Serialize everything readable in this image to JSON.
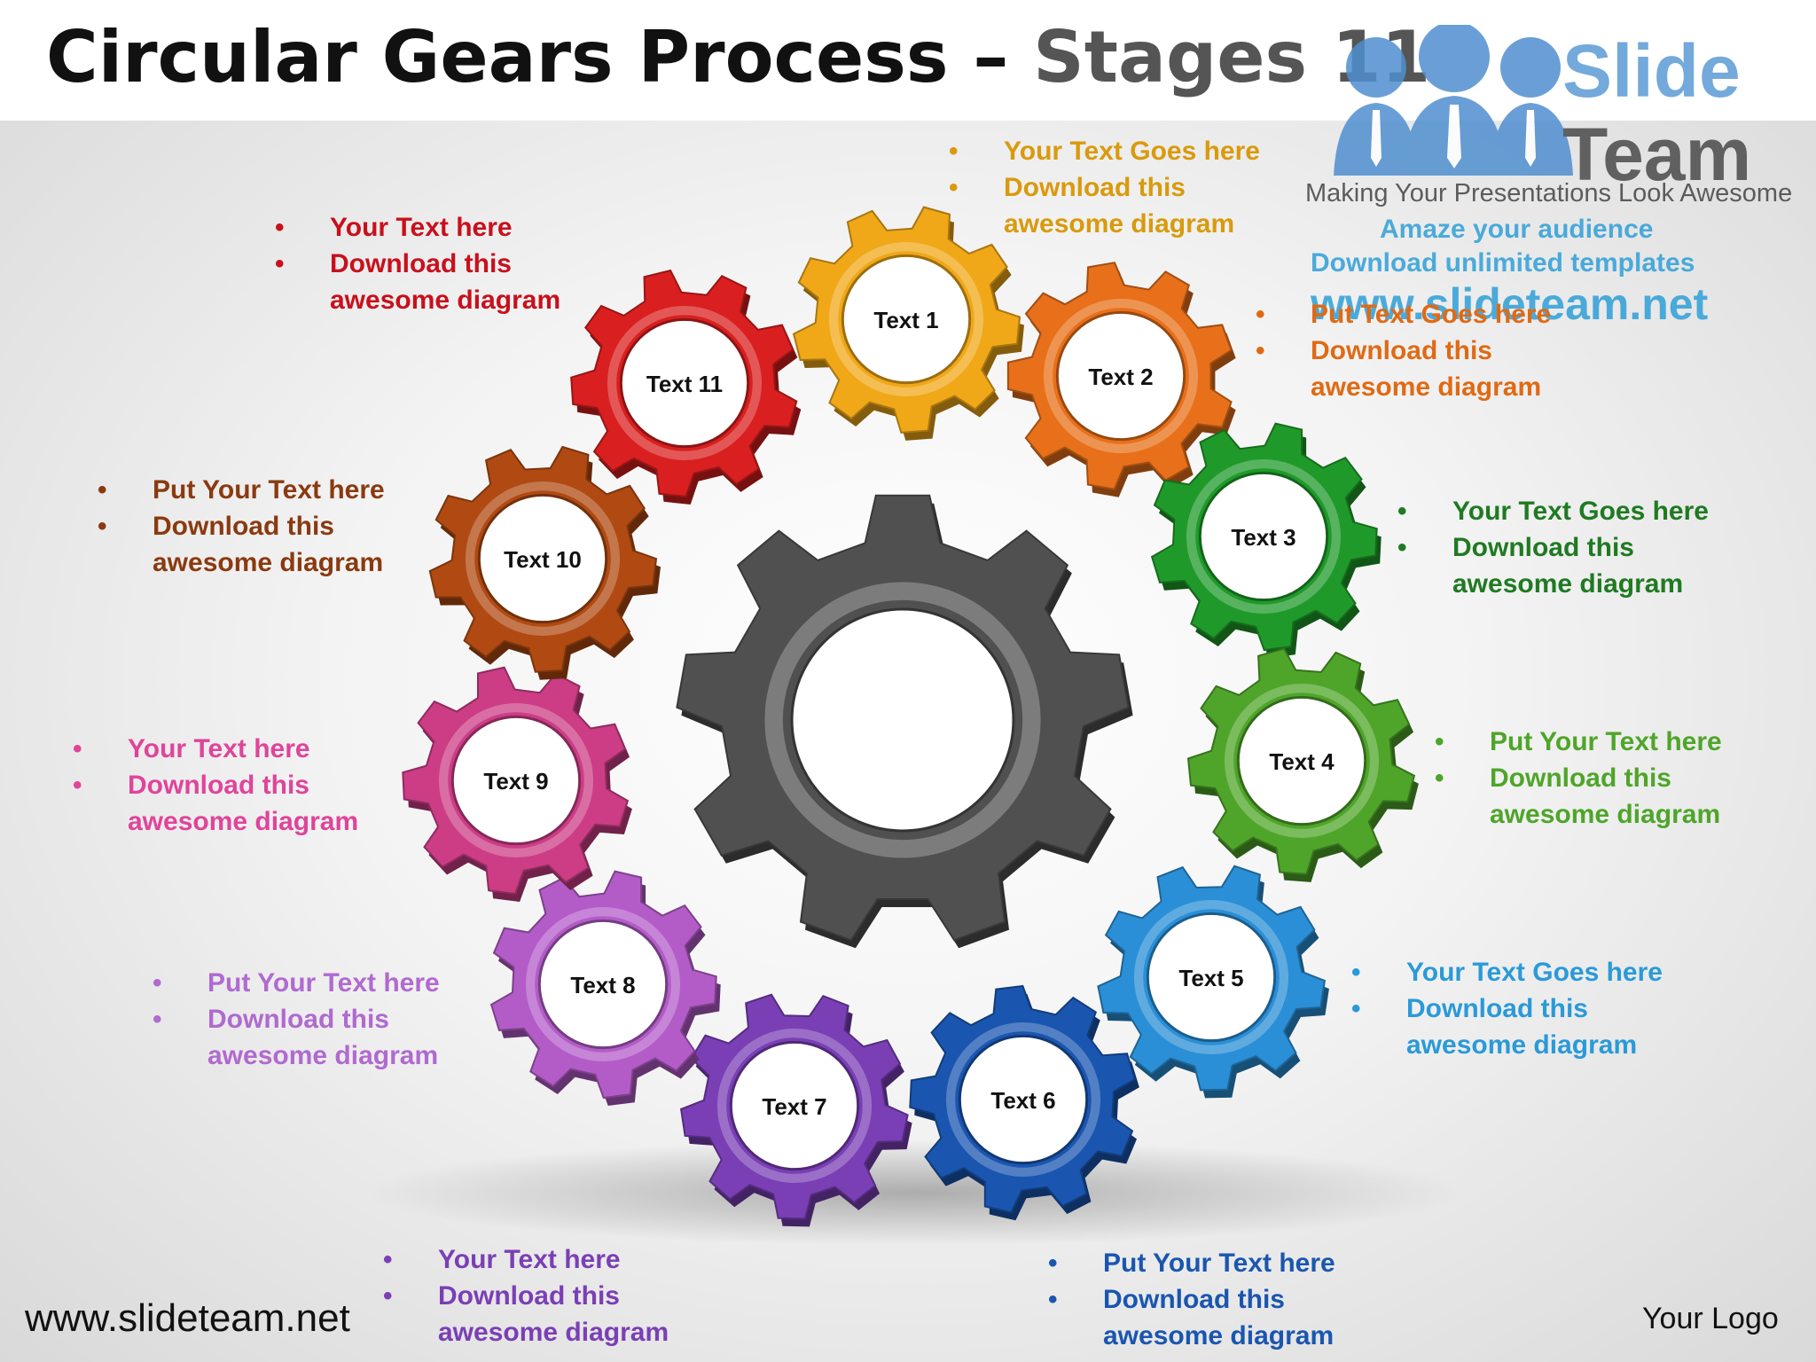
{
  "title": {
    "main": "Circular Gears Process –",
    "stage": "Stages 11"
  },
  "brand": {
    "word1": "Slide",
    "word2": "Team",
    "tagline": "Making Your Presentations Look Awesome",
    "line1": "Amaze your audience",
    "line2": "Download unlimited templates",
    "url": "www.slideteam.net"
  },
  "footer": {
    "url": "www.slideteam.net",
    "logo": "Your Logo"
  },
  "center_gear": {
    "color": "#505050"
  },
  "gears": [
    {
      "label": "Text 1",
      "color": "#f0a818"
    },
    {
      "label": "Text 2",
      "color": "#e8701a"
    },
    {
      "label": "Text 3",
      "color": "#1f9a2a"
    },
    {
      "label": "Text 4",
      "color": "#4fa52a"
    },
    {
      "label": "Text 5",
      "color": "#2a8fd6"
    },
    {
      "label": "Text 6",
      "color": "#1a56b0"
    },
    {
      "label": "Text 7",
      "color": "#7a3fb5"
    },
    {
      "label": "Text 8",
      "color": "#b35cc8"
    },
    {
      "label": "Text 9",
      "color": "#cc3d86"
    },
    {
      "label": "Text 10",
      "color": "#b04a12"
    },
    {
      "label": "Text 11",
      "color": "#d91f1f"
    }
  ],
  "callouts": [
    {
      "color": "#d99a0c",
      "bullet": "•",
      "lines": [
        "Your Text Goes here",
        "Download this",
        "awesome diagram"
      ]
    },
    {
      "color": "#e06a14",
      "bullet": "•",
      "lines": [
        "Put Text Goes here",
        "Download this",
        "awesome diagram"
      ]
    },
    {
      "color": "#1f7a22",
      "bullet": "•",
      "lines": [
        "Your Text Goes here",
        "Download this",
        "awesome diagram"
      ]
    },
    {
      "color": "#4fa52a",
      "bullet": "•",
      "lines": [
        "Put Your Text  here",
        "Download this",
        "awesome diagram"
      ]
    },
    {
      "color": "#2a9ad8",
      "bullet": "•",
      "lines": [
        "Your Text Goes here",
        "Download this",
        "awesome diagram"
      ]
    },
    {
      "color": "#1a56b0",
      "bullet": "•",
      "lines": [
        "Put Your Text  here",
        "Download this",
        "awesome diagram"
      ]
    },
    {
      "color": "#7a3fb5",
      "bullet": "•",
      "lines": [
        "Your Text  here",
        "Download this",
        "awesome diagram"
      ]
    },
    {
      "color": "#b06ad0",
      "bullet": "•",
      "lines": [
        "Put Your Text  here",
        "Download this",
        "awesome diagram"
      ]
    },
    {
      "color": "#e0449a",
      "bullet": "•",
      "lines": [
        "Your Text  here",
        "Download this",
        "awesome diagram"
      ]
    },
    {
      "color": "#8a3a10",
      "bullet": "•",
      "lines": [
        "Put Your Text  here",
        "Download this",
        "awesome diagram"
      ]
    },
    {
      "color": "#c8101c",
      "bullet": "•",
      "lines": [
        "Your Text  here",
        "Download this",
        "awesome diagram"
      ]
    }
  ]
}
